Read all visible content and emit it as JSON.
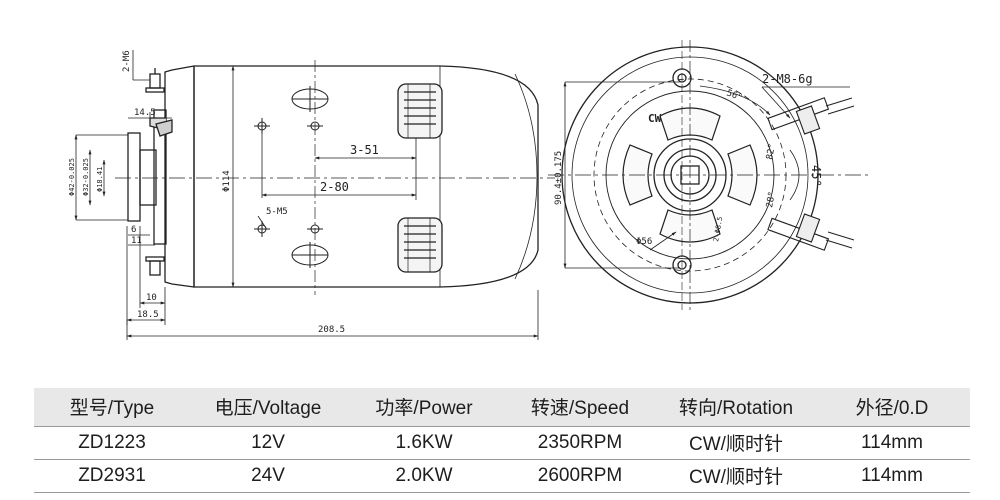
{
  "drawing": {
    "labels": {
      "bolt_top": "2-M6",
      "dim_14_5": "14.5",
      "dim_3_51": "3-51",
      "dim_2_80": "2-80",
      "dim_5_m5": "5-M5",
      "dim_phi114": "Φ114",
      "dim_phi42": "Φ42-0.025",
      "dim_phi32": "Φ32-0.025",
      "dim_phi18": "Φ18.41",
      "dim_6": "6",
      "dim_11": "11",
      "dim_10": "10",
      "dim_18_5": "18.5",
      "dim_208_5": "208.5",
      "dim_90_4": "90.4±0.175",
      "stud_label": "2-M8-6g",
      "cw": "CW",
      "phi56": "Φ56",
      "ang_56": "56°",
      "ang_82": "82°",
      "ang_45": "45°",
      "ang_28": "28°",
      "dim_2_phi85": "2-Φ8.5"
    }
  },
  "table": {
    "headers": [
      "型号/Type",
      "电压/Voltage",
      "功率/Power",
      "转速/Speed",
      "转向/Rotation",
      "外径/0.D"
    ],
    "rows": [
      [
        "ZD1223",
        "12V",
        "1.6KW",
        "2350RPM",
        "CW/顺时针",
        "114mm"
      ],
      [
        "ZD2931",
        "24V",
        "2.0KW",
        "2600RPM",
        "CW/顺时针",
        "114mm"
      ]
    ]
  }
}
